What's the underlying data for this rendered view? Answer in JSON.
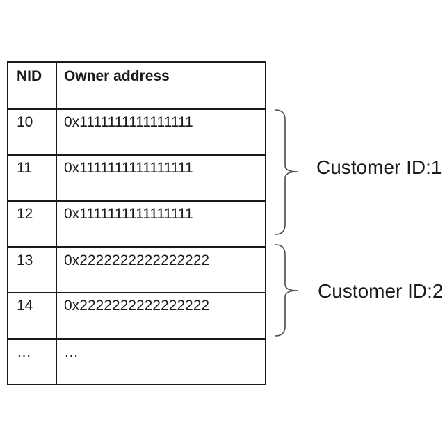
{
  "table": {
    "headers": [
      "NID",
      "Owner address"
    ],
    "rows": [
      {
        "nid": "10",
        "address": "0x1111111111111111"
      },
      {
        "nid": "11",
        "address": "0x1111111111111111"
      },
      {
        "nid": "12",
        "address": "0x1111111111111111"
      },
      {
        "nid": "13",
        "address": "0x2222222222222222"
      },
      {
        "nid": "14",
        "address": "0x2222222222222222"
      },
      {
        "nid": "…",
        "address": "…"
      }
    ]
  },
  "groups": [
    {
      "label": "Customer ID:1"
    },
    {
      "label": "Customer ID:2"
    }
  ],
  "colors": {
    "background": "#ffffff",
    "text": "#1a1a1a",
    "table_border": "#1a1a1a",
    "brace": "#4a4a4a"
  }
}
